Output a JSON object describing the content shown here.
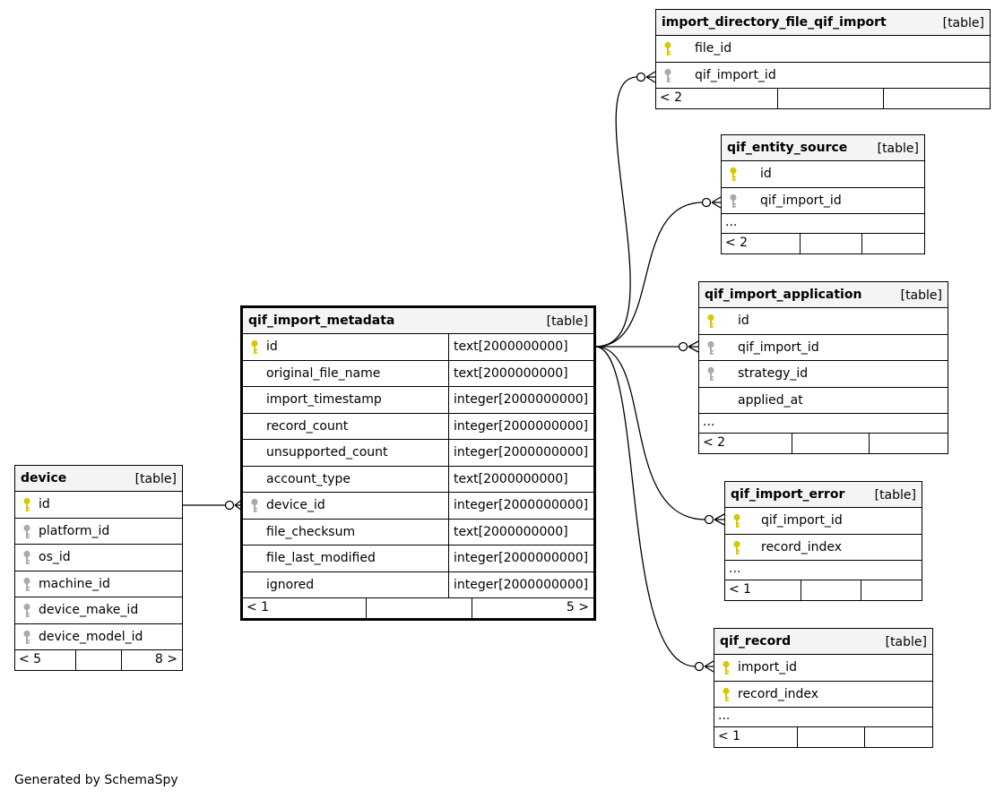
{
  "tables": {
    "import_directory_file_qif_import": {
      "name": "import_directory_file_qif_import",
      "tag": "[table]",
      "columns": [
        {
          "name": "file_id",
          "key": "primary"
        },
        {
          "name": "qif_import_id",
          "key": "foreign"
        }
      ],
      "footer": {
        "left": "< 2",
        "right": ""
      }
    },
    "qif_entity_source": {
      "name": "qif_entity_source",
      "tag": "[table]",
      "columns": [
        {
          "name": "id",
          "key": "primary"
        },
        {
          "name": "qif_import_id",
          "key": "foreign"
        }
      ],
      "ellipsis": "...",
      "footer": {
        "left": "< 2",
        "right": ""
      }
    },
    "qif_import_application": {
      "name": "qif_import_application",
      "tag": "[table]",
      "columns": [
        {
          "name": "id",
          "key": "primary"
        },
        {
          "name": "qif_import_id",
          "key": "foreign"
        },
        {
          "name": "strategy_id",
          "key": "foreign"
        },
        {
          "name": "applied_at",
          "key": "none"
        }
      ],
      "ellipsis": "...",
      "footer": {
        "left": "< 2",
        "right": ""
      }
    },
    "qif_import_metadata": {
      "name": "qif_import_metadata",
      "tag": "[table]",
      "columns": [
        {
          "name": "id",
          "type": "text[2000000000]",
          "key": "primary"
        },
        {
          "name": "original_file_name",
          "type": "text[2000000000]",
          "key": "none"
        },
        {
          "name": "import_timestamp",
          "type": "integer[2000000000]",
          "key": "none"
        },
        {
          "name": "record_count",
          "type": "integer[2000000000]",
          "key": "none"
        },
        {
          "name": "unsupported_count",
          "type": "integer[2000000000]",
          "key": "none"
        },
        {
          "name": "account_type",
          "type": "text[2000000000]",
          "key": "none"
        },
        {
          "name": "device_id",
          "type": "integer[2000000000]",
          "key": "foreign"
        },
        {
          "name": "file_checksum",
          "type": "text[2000000000]",
          "key": "none"
        },
        {
          "name": "file_last_modified",
          "type": "integer[2000000000]",
          "key": "none"
        },
        {
          "name": "ignored",
          "type": "integer[2000000000]",
          "key": "none"
        }
      ],
      "footer": {
        "left": "< 1",
        "right": "5 >"
      }
    },
    "qif_import_error": {
      "name": "qif_import_error",
      "tag": "[table]",
      "columns": [
        {
          "name": "qif_import_id",
          "key": "primary"
        },
        {
          "name": "record_index",
          "key": "primary"
        }
      ],
      "ellipsis": "...",
      "footer": {
        "left": "< 1",
        "right": ""
      }
    },
    "qif_record": {
      "name": "qif_record",
      "tag": "[table]",
      "columns": [
        {
          "name": "import_id",
          "key": "primary"
        },
        {
          "name": "record_index",
          "key": "primary"
        }
      ],
      "ellipsis": "...",
      "footer": {
        "left": "< 1",
        "right": ""
      }
    },
    "device": {
      "name": "device",
      "tag": "[table]",
      "columns": [
        {
          "name": "id",
          "key": "primary"
        },
        {
          "name": "platform_id",
          "key": "foreign"
        },
        {
          "name": "os_id",
          "key": "foreign"
        },
        {
          "name": "machine_id",
          "key": "foreign"
        },
        {
          "name": "device_make_id",
          "key": "foreign"
        },
        {
          "name": "device_model_id",
          "key": "foreign"
        }
      ],
      "footer": {
        "left": "< 5",
        "right": "8 >"
      }
    }
  },
  "colors": {
    "primary_key": "#d8c800",
    "foreign_key": "#aaaaaa",
    "header_bg": "#f4f4f4"
  },
  "footer_text": "Generated by SchemaSpy"
}
